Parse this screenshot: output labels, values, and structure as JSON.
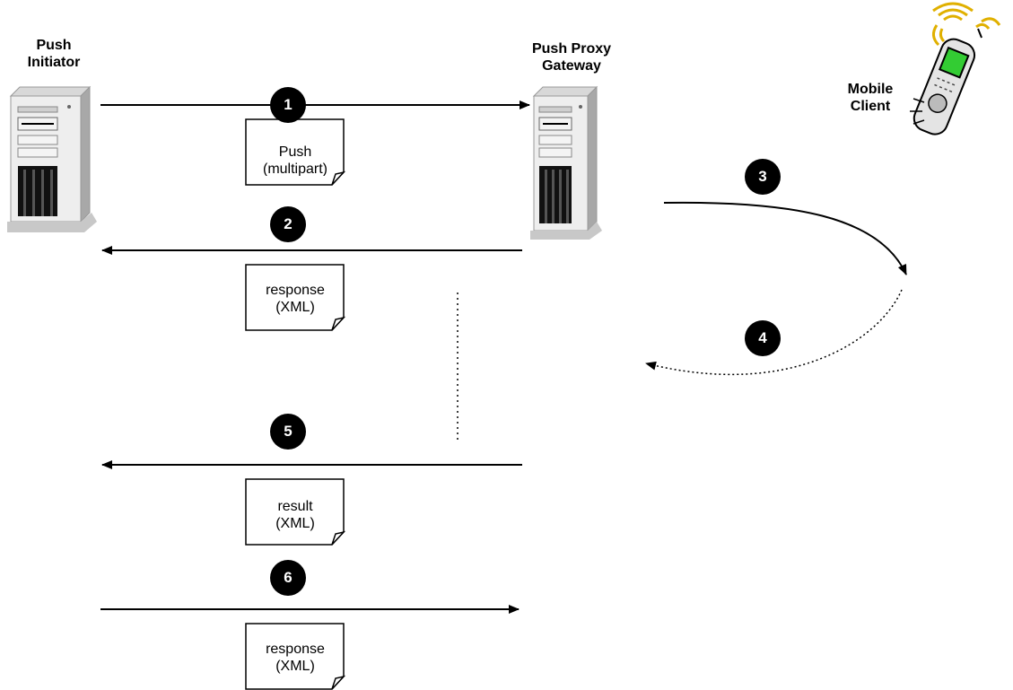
{
  "actors": {
    "push_initiator": "Push\nInitiator",
    "push_proxy_gateway": "Push Proxy\nGateway",
    "mobile_client": "Mobile\nClient"
  },
  "steps": [
    {
      "number": "1"
    },
    {
      "number": "2"
    },
    {
      "number": "3"
    },
    {
      "number": "4"
    },
    {
      "number": "5"
    },
    {
      "number": "6"
    }
  ],
  "messages": [
    {
      "text": "Push\n(multipart)"
    },
    {
      "text": "response\n(XML)"
    },
    {
      "text": "result\n(XML)"
    },
    {
      "text": "response\n(XML)"
    }
  ],
  "colors": {
    "line": "#000000",
    "server_light": "#e8e8e8",
    "server_mid": "#c0c0c0",
    "server_dark": "#000000",
    "phone_screen": "#33cc33",
    "phone_body": "#e0e0e0",
    "antenna_waves": "#ffcc00"
  },
  "icons": {
    "server": "server-tower-icon",
    "phone": "mobile-phone-icon"
  }
}
